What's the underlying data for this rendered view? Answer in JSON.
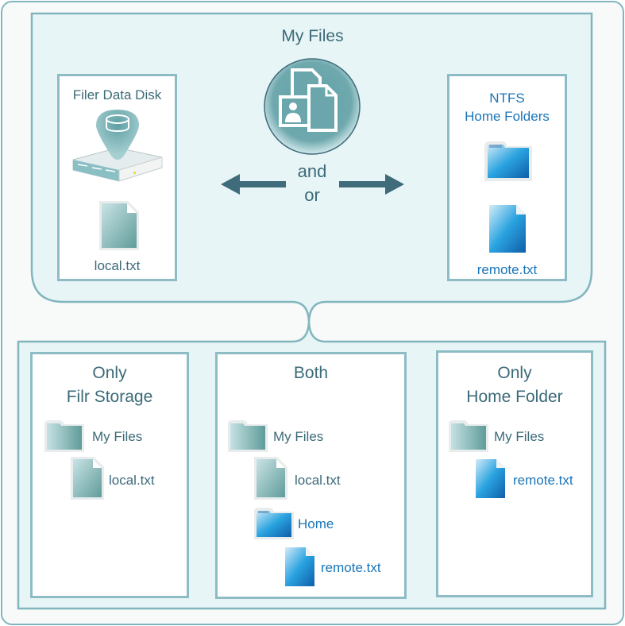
{
  "diagram": {
    "center": {
      "title": "My Files",
      "icon": "my-files-icon",
      "connector_top": "and",
      "connector_bottom": "or"
    },
    "left_box": {
      "title": "Filer Data Disk",
      "icon": "server-disk-icon",
      "file_label": "local.txt"
    },
    "right_box": {
      "title_line1": "NTFS",
      "title_line2": "Home Folders",
      "icon": "folder-icon",
      "file_label": "remote.txt"
    },
    "outcomes": [
      {
        "title_line1": "Only",
        "title_line2": "Filr Storage",
        "items": [
          {
            "type": "folder",
            "color": "teal",
            "label": "My Files"
          },
          {
            "type": "file",
            "color": "teal",
            "label": "local.txt"
          }
        ]
      },
      {
        "title_line1": "Both",
        "items": [
          {
            "type": "folder",
            "color": "teal",
            "label": "My Files"
          },
          {
            "type": "file",
            "color": "teal",
            "label": "local.txt"
          },
          {
            "type": "folder",
            "color": "blue",
            "label": "Home"
          },
          {
            "type": "file",
            "color": "blue",
            "label": "remote.txt"
          }
        ]
      },
      {
        "title_line1": "Only",
        "title_line2": "Home Folder",
        "items": [
          {
            "type": "folder",
            "color": "teal",
            "label": "My Files"
          },
          {
            "type": "file",
            "color": "blue",
            "label": "remote.txt"
          }
        ]
      }
    ]
  },
  "colors": {
    "border": "#82b6bf",
    "panel_bg": "#e8f5f6",
    "outer_bg": "#f8f9f9",
    "text_teal": "#3b6a78",
    "text_blue": "#1a75b8",
    "arrow": "#3f6b7a"
  }
}
